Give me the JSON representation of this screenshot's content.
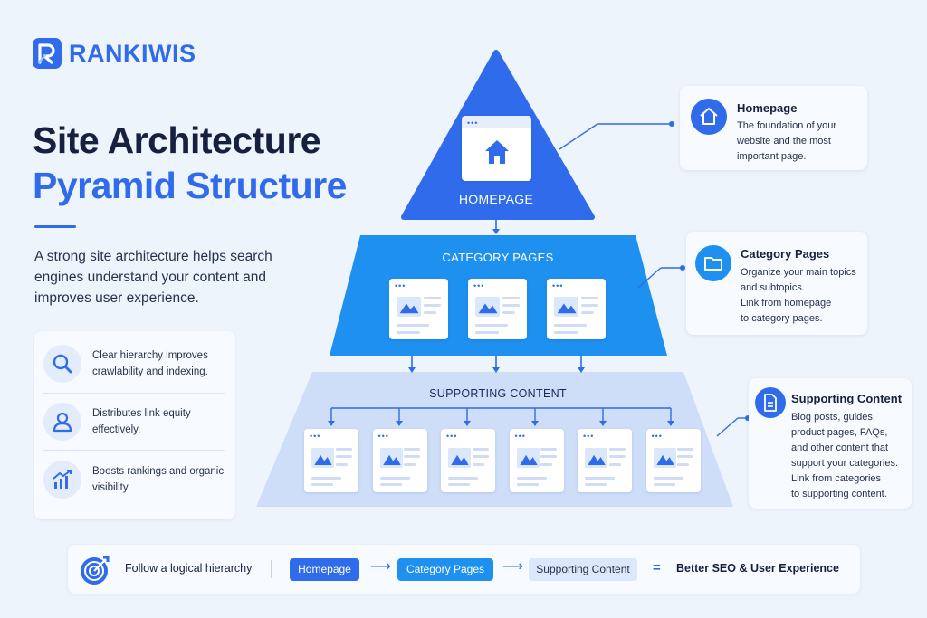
{
  "brand": {
    "name": "RANKIWIS"
  },
  "title": {
    "line1": "Site Architecture",
    "line2": "Pyramid Structure"
  },
  "intro": "A strong site architecture helps search engines understand your content and improves user experience.",
  "benefits": [
    {
      "icon": "search-icon",
      "text": "Clear hierarchy improves crawlability and indexing."
    },
    {
      "icon": "user-icon",
      "text": "Distributes link equity effectively."
    },
    {
      "icon": "growth-chart-icon",
      "text": "Boosts rankings and organic visibility."
    }
  ],
  "pyramid": {
    "top_label": "HOMEPAGE",
    "middle_label": "CATEGORY PAGES",
    "bottom_label": "SUPPORTING CONTENT",
    "category_page_count": 3,
    "supporting_page_count": 6
  },
  "callouts": {
    "homepage": {
      "icon": "home-icon",
      "title": "Homepage",
      "body": "The foundation of your\nwebsite and the most\nimportant page."
    },
    "category": {
      "icon": "folder-icon",
      "title": "Category Pages",
      "body": "Organize your main topics\nand subtopics.\nLink from homepage\nto category pages."
    },
    "supporting": {
      "icon": "document-icon",
      "title": "Supporting Content",
      "body": "Blog posts, guides,\nproduct pages, FAQs,\nand other content that\nsupport your categories.\nLink from categories\nto supporting content."
    }
  },
  "flow": {
    "icon": "target-icon",
    "lead": "Follow a logical hierarchy",
    "steps": [
      "Homepage",
      "Category Pages",
      "Supporting Content"
    ],
    "arrow": "⟶",
    "equals": "=",
    "result": "Better SEO & User Experience"
  },
  "colors": {
    "brand_blue": "#2f6bea",
    "category_blue": "#1e90f0",
    "supporting_blue": "#cfdef8",
    "background": "#eef4fc"
  }
}
